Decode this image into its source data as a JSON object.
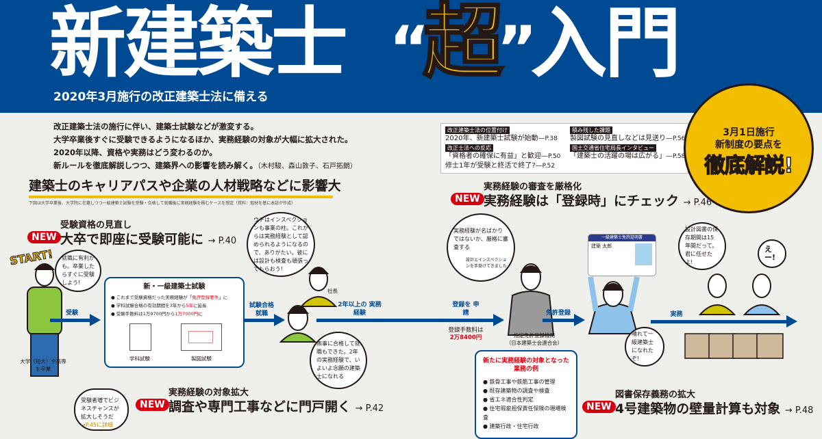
{
  "header": {
    "title_part1": "新建築士",
    "title_quote_open": "“",
    "title_highlight": "超",
    "title_quote_close": "”",
    "title_part2": "入門",
    "subtitle": "2020年3月施行の改正建築士法に備える"
  },
  "intro": {
    "lines": [
      "改正建築士法の施行に伴い、建築士試験などが激変する。",
      "大学卒業後すぐに受験できるようになるほか、実務経験の対象が大幅に拡大された。",
      "2020年以降、資格や実務はどう変わるのか。",
      "新ルールを徹底解説しつつ、建築界への影響を読み解く。"
    ],
    "credit": "（木村駿、森山敦子、石戸拓朗）"
  },
  "section": {
    "heading": "建築士のキャリアパスや企業の人材戦略などに影響大",
    "caption": "下図は大学卒業後、大学院に在籍しつつ一級建築士試験を受験・合格して就職後に実務経験を積むケースを想定（資料：取材を基に本誌が作成）"
  },
  "toc": {
    "left": [
      {
        "tag": "改正建築士法の位置付け",
        "items": [
          {
            "title": "2020年、新建築士試験が始動",
            "page": "P.38"
          }
        ]
      },
      {
        "tag": "改正士法への反応",
        "items": [
          {
            "title": "「資格者の確保に有益」と歓迎",
            "page": "P.50"
          },
          {
            "title": "修士1年が受験と終活で終了?",
            "page": "P.52"
          }
        ]
      }
    ],
    "right": [
      {
        "tag": "積み残した課題",
        "items": [
          {
            "title": "製図試験の見直しなどは見送り",
            "page": "P.56"
          }
        ]
      },
      {
        "tag": "国土交通省住宅局長インタビュー",
        "items": [
          {
            "title": "「建築士の活躍の場は広がる」",
            "page": "P.58"
          }
        ]
      }
    ]
  },
  "badge": {
    "line1": "3月1日施行",
    "line2": "新制度の要点を",
    "line3": "徹底解説!"
  },
  "new_label": "NEW",
  "features": [
    {
      "small": "受験資格の見直し",
      "big": "大卒で即座に受験可能に",
      "page": "→ P.40"
    },
    {
      "small": "実務経験の審査を厳格化",
      "big": "実務経験は「登録時」にチェック",
      "page": "→ P.46"
    },
    {
      "small": "実務経験の対象拡大",
      "big": "調査や専門工事などに門戸開く",
      "page": "→ P.42"
    },
    {
      "small": "図書保存義務の拡大",
      "big": "4号建築物の壁量計算も対象",
      "page": "→ P.48"
    }
  ],
  "flow": {
    "start": "START!",
    "student_label": "大学（短大）や高専を卒業",
    "student_bubble": "就職に有利かも。卒業したらすぐに受験しよう!",
    "arrow1": "受験",
    "exam_box": {
      "title": "新・一級建築士試験",
      "bullets": [
        {
          "pre": "これまで受験資格だった実務経験が「",
          "hl": "免許登録要件",
          "post": "」に"
        },
        {
          "pre": "学科試験合格の有効期間を3年から",
          "hl": "5年",
          "post": "に延長"
        },
        {
          "pre": "受験手数料は1万9700円から",
          "hl": "1万7000円",
          "post": "に"
        }
      ],
      "icon1_label": "学科試験",
      "icon2_label": "製図試験"
    },
    "arrow2": "試験合格 就職",
    "boss_bubble": "ウチはインスペクションも事業の柱。これからは実務経験として認められるようになるので、ありがたい。彼には設計も検査も頑張ってもらおう!",
    "boss_label": "社長",
    "employee_bubble": "無事に合格して就職もできた。2年の実務経験で、いよいよ念願の建築士になれる",
    "arrow3": "2年以上の 実務経験",
    "arrow4": "登録を 申請",
    "fee_label": "登録手数料は",
    "fee_value": "2万8400円",
    "reviewer_bubble": "実務経験が名ばかりではないか、厳格に審査する",
    "reviewer_quote": "設計とインスペクションを手掛けてきました",
    "agency_label": "指定免許登録機関",
    "agency_sub": "（日本建築士会連合会）",
    "arrow5": "免許登録",
    "license_card_title": "一級建築士免許証明書",
    "license_card_name": "建築 太郎",
    "new_architect_bubble": "晴れて一級建築士になれたぞ!",
    "arrow6": "実務",
    "boss2_bubble": "設計図書の保存期間は15年間だって。君に任せたよ!",
    "employee2_bubble": "えー!",
    "side_bubble": "受験者増でビジネスチャンスが拡大しそうだ",
    "side_bubble_link": "→P.45に詳細",
    "work_box": {
      "title": "新たに実務経験の対象となった業務の例",
      "items": [
        "鉄骨工事や鉄筋工事の管理",
        "既存建築物の調査や検査",
        "省エネ適合性判定",
        "住宅瑕疵担保責任保険の現場検査",
        "建築行政・住宅行政"
      ]
    }
  },
  "colors": {
    "brand_blue": "#004a93",
    "accent_yellow": "#f3bd00",
    "new_red": "#d7000f",
    "highlight_red": "#e60012",
    "background": "#efefeb"
  }
}
